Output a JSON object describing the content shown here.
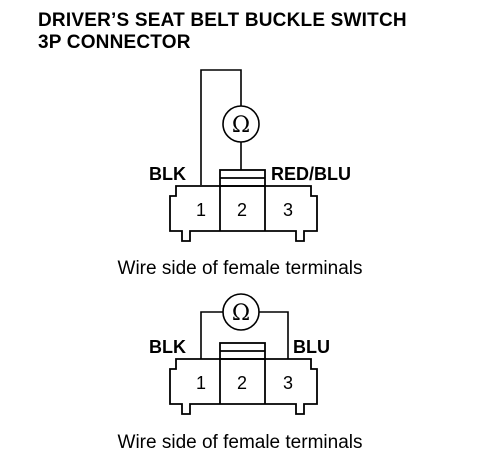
{
  "title": {
    "line1": "DRIVER’S SEAT BELT BUCKLE SWITCH",
    "line2": "3P CONNECTOR"
  },
  "diagram1": {
    "left_label": "BLK",
    "right_label": "RED/BLU",
    "terminals": [
      "1",
      "2",
      "3"
    ],
    "meter_symbol": "Ω",
    "caption": "Wire side of female terminals"
  },
  "diagram2": {
    "left_label": "BLK",
    "right_label": "BLU",
    "terminals": [
      "1",
      "2",
      "3"
    ],
    "meter_symbol": "Ω",
    "caption": "Wire side of female terminals"
  }
}
